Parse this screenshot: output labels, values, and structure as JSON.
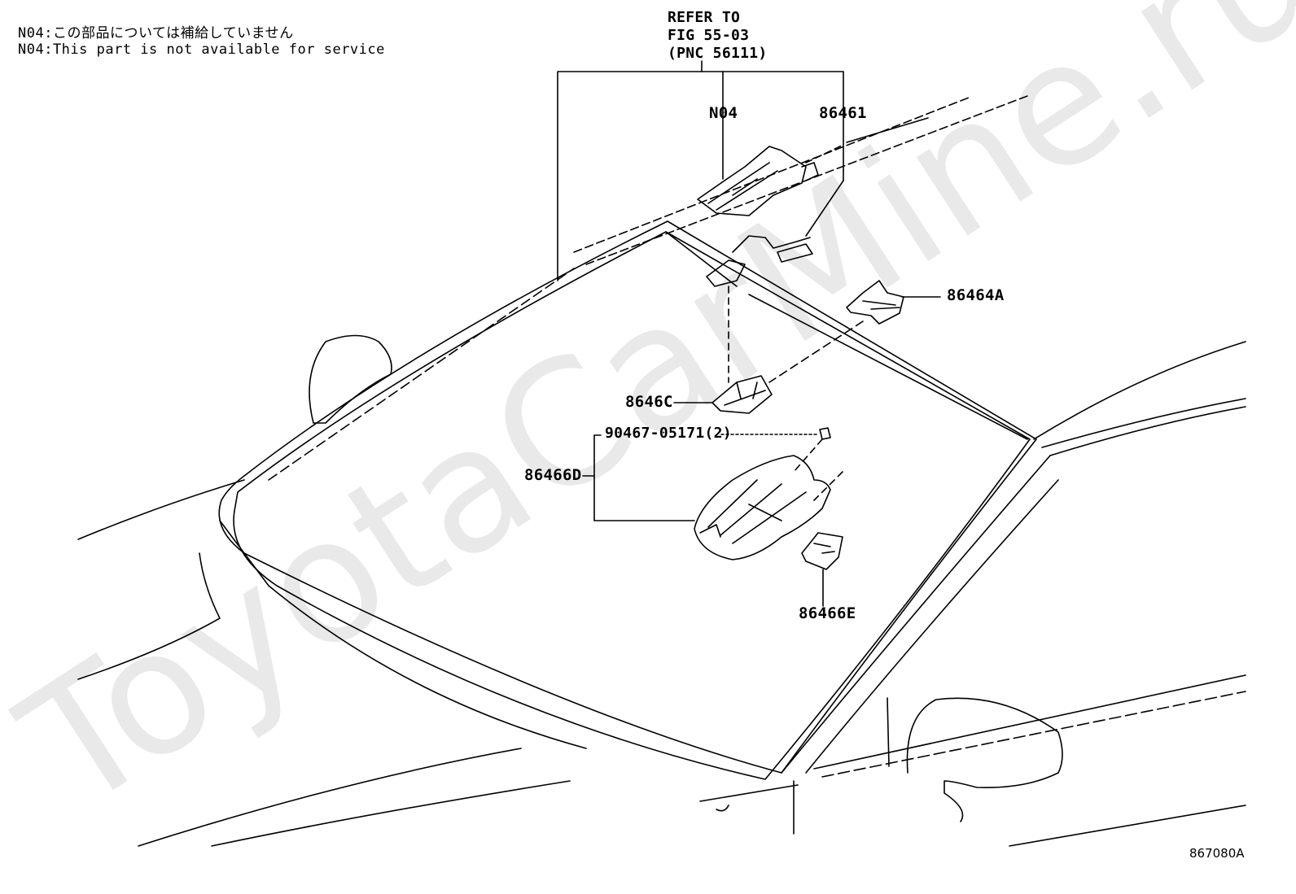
{
  "notes": [
    "N04:この部品については補給していません",
    "N04:This part is not available for service"
  ],
  "refer": {
    "line1": "REFER TO",
    "line2": "FIG 55-03",
    "line3": "(PNC 56111)"
  },
  "callouts": {
    "n04": "N04",
    "p86461": "86461",
    "p86464a": "86464A",
    "p8646c": "8646C",
    "p90467": "90467-05171(2)",
    "p86466d": "86466D",
    "p86466e": "86466E"
  },
  "watermark": "ToyotaCarMine.ru",
  "diagram_code": "867080A"
}
